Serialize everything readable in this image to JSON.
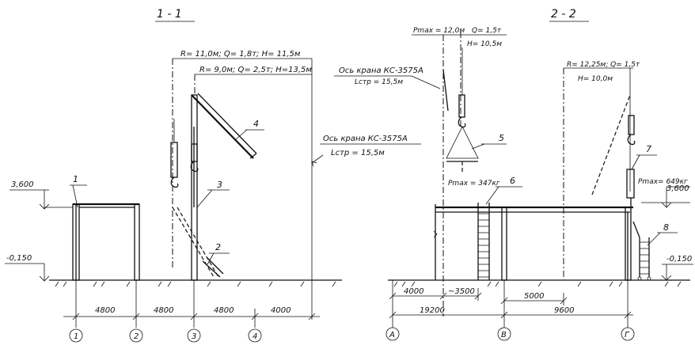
{
  "sections": {
    "left_title": "1 - 1",
    "right_title": "2 - 2"
  },
  "left": {
    "crane_params_top": "R= 11,0м; Q= 1,8т; H= 11,5м",
    "crane_params_mid": "R= 9,0м; Q= 2,5т; H=13,5м",
    "crane_axis_label": "Ось крана КС-3575А",
    "crane_axis_sub": "Lстр = 15,5м",
    "level_top": "3,600",
    "level_bottom": "-0,150",
    "callouts": [
      "1",
      "2",
      "3",
      "4"
    ],
    "dimensions": [
      "4800",
      "4800",
      "4800",
      "4000"
    ],
    "axes": [
      "1",
      "2",
      "3",
      "4"
    ]
  },
  "right": {
    "crane_params_top_a": "Pmax = 12,0м",
    "crane_params_top_b": "Q= 1,5т",
    "crane_params_top_c": "H= 10,5м",
    "crane_axis_label": "Ось крана КС-3575А",
    "crane_axis_sub": "Lстр = 15,5м",
    "load_weight": "Pmax = 347кг",
    "crane_params_right_a": "R= 12,25м; Q= 1,5т",
    "crane_params_right_b": "H= 10,0м",
    "load_weight_right": "Pmax= 649кг",
    "level_top": "3,600",
    "level_bottom": "-0,150",
    "callouts": [
      "5",
      "6",
      "7",
      "8"
    ],
    "dim_small": [
      "4000",
      "~3500"
    ],
    "dim_mid": "5000",
    "dim_total_left": "19200",
    "dim_total_right": "9600",
    "axes": [
      "А",
      "В",
      "Г"
    ]
  }
}
